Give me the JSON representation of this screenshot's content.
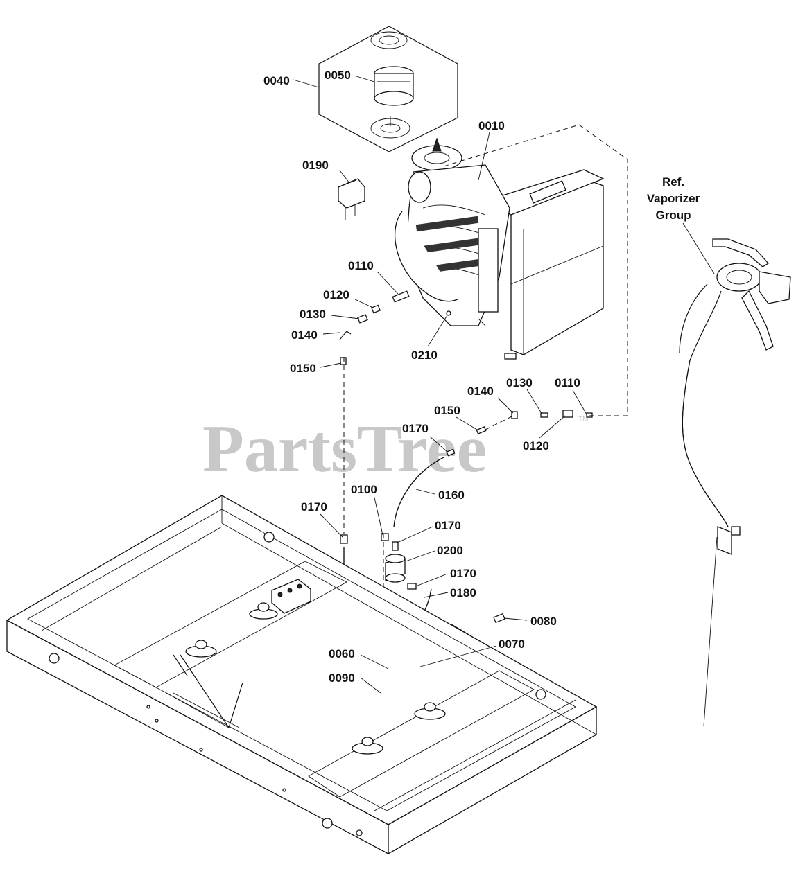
{
  "watermark": {
    "text": "PartsTree",
    "trademark": "TM"
  },
  "reference": {
    "line1": "Ref.",
    "line2": "Vaporizer",
    "line3": "Group"
  },
  "callouts": {
    "c0040": "0040",
    "c0050": "0050",
    "c0010": "0010",
    "c0190": "0190",
    "c0110a": "0110",
    "c0120a": "0120",
    "c0130a": "0130",
    "c0140a": "0140",
    "c0150a": "0150",
    "c0210": "0210",
    "c0140b": "0140",
    "c0130b": "0130",
    "c0110b": "0110",
    "c0150b": "0150",
    "c0170a": "0170",
    "c0120b": "0120",
    "c0100": "0100",
    "c0160": "0160",
    "c0170b": "0170",
    "c0170c": "0170",
    "c0200": "0200",
    "c0170d": "0170",
    "c0180": "0180",
    "c0080": "0080",
    "c0060": "0060",
    "c0070": "0070",
    "c0090": "0090"
  }
}
